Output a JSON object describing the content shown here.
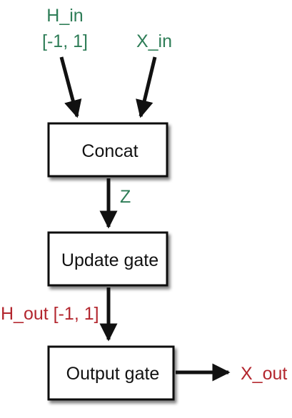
{
  "colors": {
    "input_label": "#2e7d57",
    "output_label": "#b3262e",
    "box_fill": "#ffffff",
    "box_stroke": "#111111",
    "shadow": "#999999",
    "arrow": "#111111"
  },
  "inputs": {
    "h_in": "H_in",
    "h_in_range": "[-1, 1]",
    "x_in": "X_in"
  },
  "nodes": {
    "concat": "Concat",
    "update_gate": "Update gate",
    "output_gate": "Output gate"
  },
  "edges": {
    "z": "Z",
    "h_out": "H_out [-1, 1]"
  },
  "outputs": {
    "x_out": "X_out"
  }
}
